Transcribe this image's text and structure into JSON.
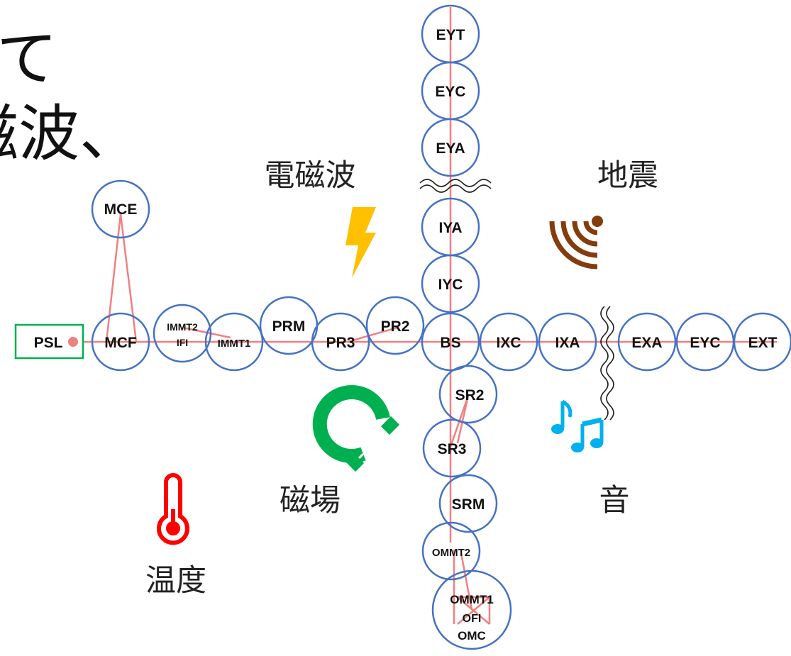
{
  "title_fragments": [
    "て",
    "磁波、"
  ],
  "categories": {
    "em_wave": "電磁波",
    "seismic": "地震",
    "magnetic": "磁場",
    "sound": "音",
    "temperature": "温度"
  },
  "source": {
    "label": "PSL"
  },
  "nodes": {
    "MCE": "MCE",
    "MCF": "MCF",
    "IMMT2_IFI": [
      "IMMT2",
      "IFI"
    ],
    "IMMT1": "IMMT1",
    "PRM": "PRM",
    "PR3": "PR3",
    "PR2": "PR2",
    "BS": "BS",
    "IXC": "IXC",
    "IXA": "IXA",
    "EXA": "EXA",
    "EYC_x": "EYC",
    "EXT": "EXT",
    "EYT": "EYT",
    "EYC_y": "EYC",
    "EYA": "EYA",
    "IYA": "IYA",
    "IYC": "IYC",
    "SR2": "SR2",
    "SR3": "SR3",
    "SRM": "SRM",
    "OMMT2": "OMMT2",
    "OMMT1_OFI_OMC": [
      "OMMT1",
      "OFI",
      "OMC"
    ]
  },
  "colors": {
    "node_stroke": "#4472C4",
    "beam": "#F08080",
    "psl_box": "#00B050",
    "em_bolt": "#FFC000",
    "seismic_icon": "#843C0C",
    "magnet": "#00B050",
    "note": "#00B0F0",
    "thermometer": "#FF0000"
  },
  "icons": [
    "lightning-bolt-icon",
    "seismic-wave-icon",
    "magnet-icon",
    "music-note-icon",
    "thermometer-icon",
    "vacuum-break-icon"
  ]
}
